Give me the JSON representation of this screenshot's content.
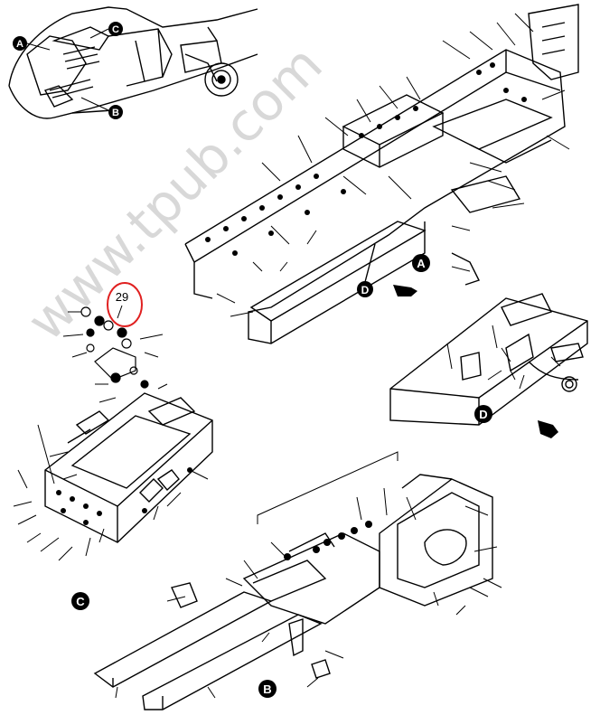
{
  "watermark": {
    "text": "www.tpub.com",
    "color": "#c8c8c8"
  },
  "callout": {
    "number": "29",
    "circle_color": "#e02020"
  },
  "view_labels": {
    "A_main": "A",
    "B_main": "B",
    "C_main": "C",
    "D_main": "D",
    "A_key": "A",
    "B_key": "B",
    "C_key": "C",
    "D_leader": "D"
  },
  "colors": {
    "line": "#000000",
    "background": "#ffffff"
  }
}
